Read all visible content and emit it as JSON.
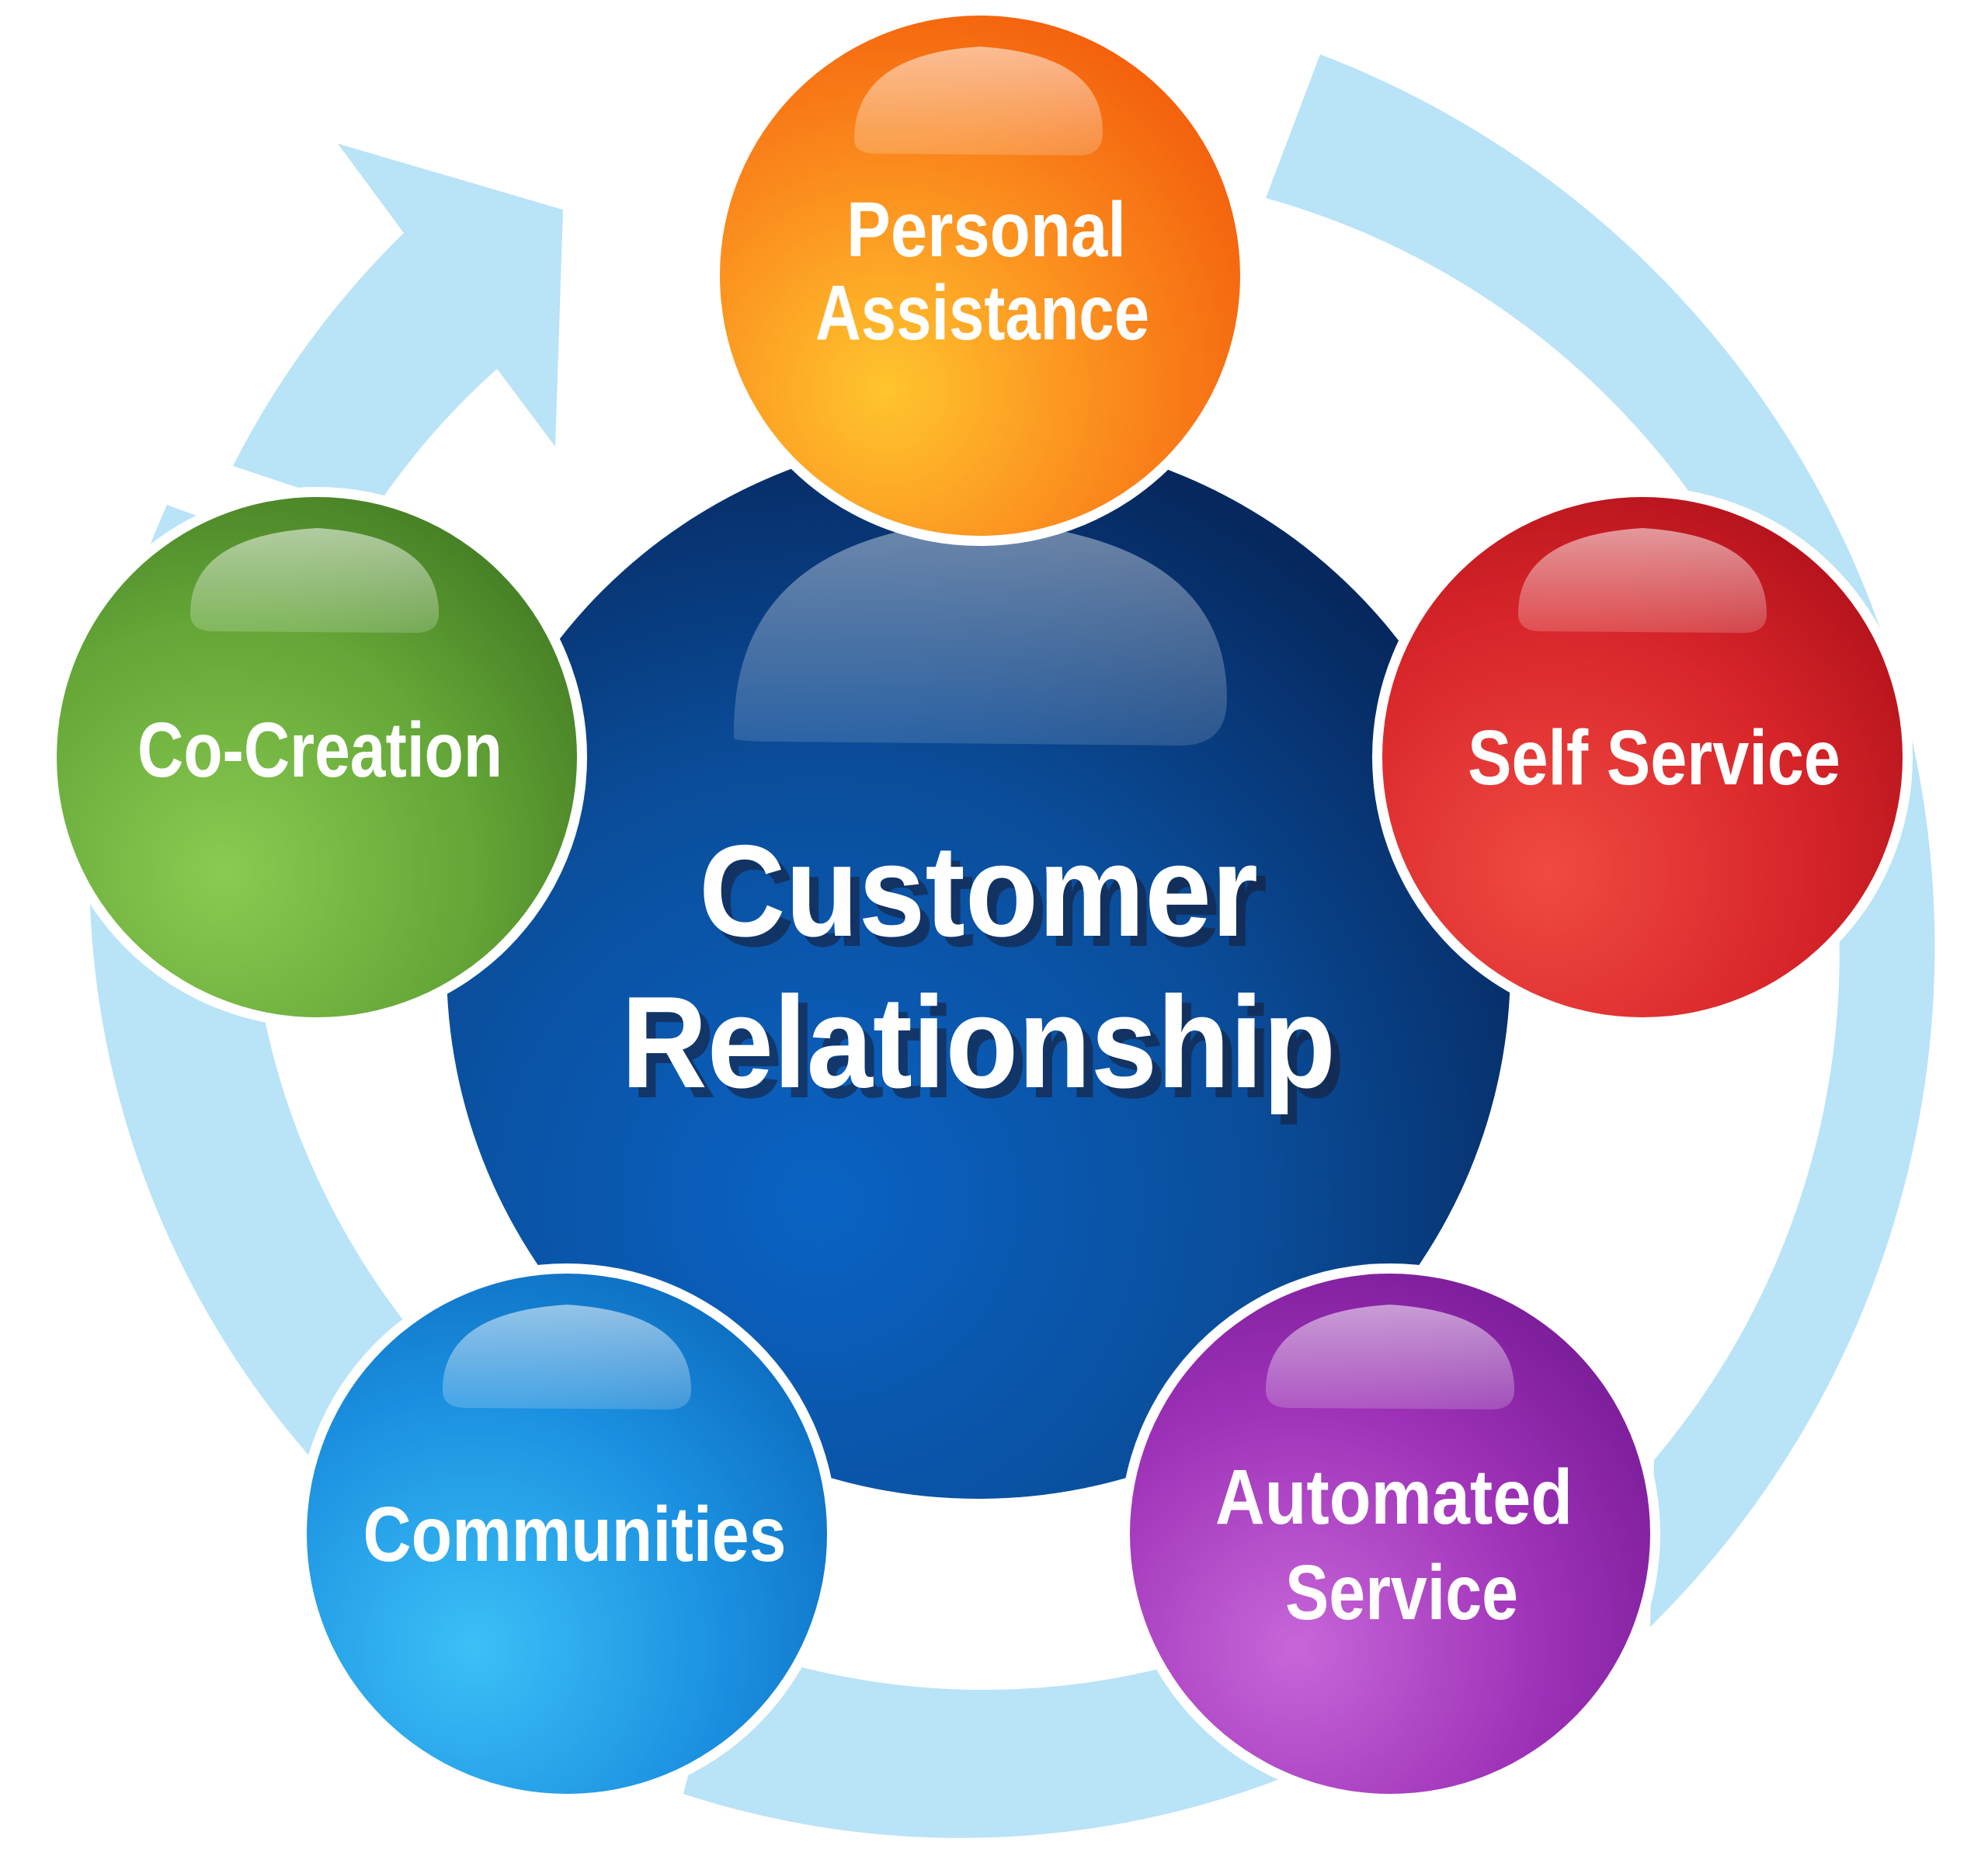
{
  "diagram": {
    "center": {
      "lines": [
        "Customer",
        "Relationship"
      ],
      "color": "#0a4f9e"
    },
    "nodes": [
      {
        "id": "personal-assistance",
        "lines": [
          "Personal",
          "Assistance"
        ],
        "color": "#f7861c",
        "highlight": "#ffc02d"
      },
      {
        "id": "self-service",
        "lines": [
          "Self Service"
        ],
        "color": "#d42222",
        "highlight": "#ef4a3f"
      },
      {
        "id": "automated-service",
        "lines": [
          "Automated",
          "Service"
        ],
        "color": "#9b2fb5",
        "highlight": "#c262d6"
      },
      {
        "id": "communities",
        "lines": [
          "Communities"
        ],
        "color": "#1a8fe0",
        "highlight": "#3ab9f5"
      },
      {
        "id": "co-creation",
        "lines": [
          "Co-Creation"
        ],
        "color": "#5fa233",
        "highlight": "#86c64e"
      }
    ],
    "cycle_arrow_color": "#b9e3f7"
  }
}
